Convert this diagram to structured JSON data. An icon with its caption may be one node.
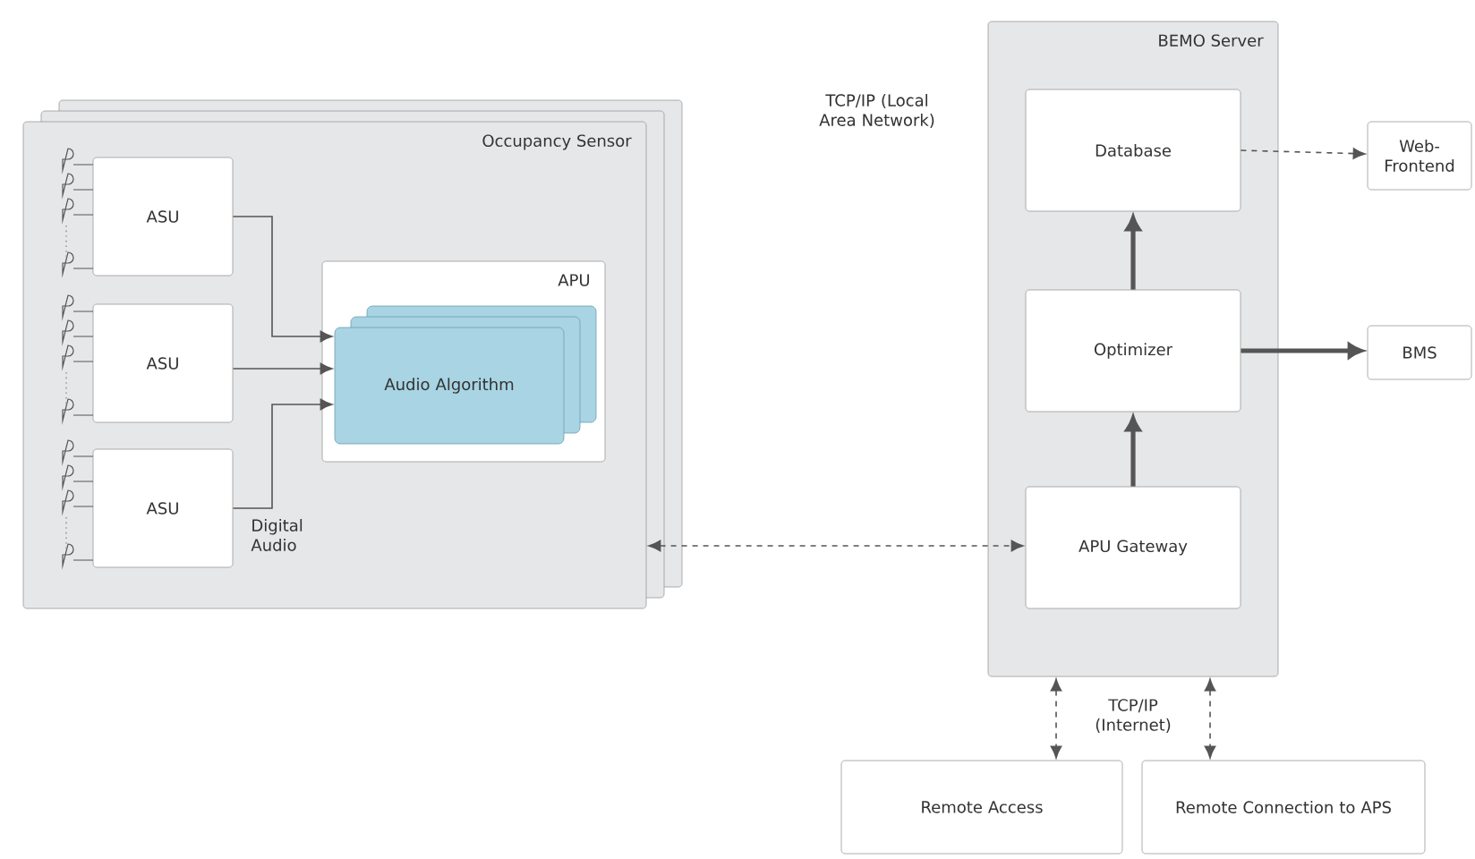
{
  "diagram": {
    "nodes": [
      {
        "text": [
          "Occupancy Sensor"
        ]
      },
      {
        "text": [
          "ASU"
        ],
        "in": 0
      },
      {
        "text": [
          "ASU"
        ],
        "in": 0
      },
      {
        "text": [
          "ASU"
        ],
        "in": 0
      },
      {
        "text": [
          "APU"
        ],
        "in": 0
      },
      {
        "text": [
          "Audio Algorithm"
        ],
        "in": 4
      },
      {
        "text": [
          "BEMO Server"
        ]
      },
      {
        "text": [
          "Database"
        ],
        "in": 6
      },
      {
        "text": [
          "Optimizer"
        ],
        "in": 6
      },
      {
        "text": [
          "APU Gateway"
        ],
        "in": 6
      },
      {
        "text": [
          "Web-Frontend"
        ]
      },
      {
        "text": [
          "BMS"
        ]
      },
      {
        "text": [
          "Remote Access"
        ]
      },
      {
        "text": [
          "Remote Connection to APS"
        ]
      }
    ],
    "edges": [
      {
        "from": 1,
        "to": 5,
        "arrow": "to"
      },
      {
        "from": 2,
        "to": 5,
        "arrow": "to"
      },
      {
        "from": 3,
        "to": 5,
        "arrow": "to"
      },
      {
        "from": 0,
        "to": 9,
        "arrow": "both",
        "style": "dashed"
      },
      {
        "from": 9,
        "to": 8,
        "arrow": "to",
        "style": "thick"
      },
      {
        "from": 8,
        "to": 7,
        "arrow": "to",
        "style": "thick"
      },
      {
        "from": 7,
        "to": 10,
        "arrow": "to",
        "style": "dashed"
      },
      {
        "from": 8,
        "to": 11,
        "arrow": "to",
        "style": "thick"
      },
      {
        "from": 6,
        "to": 12,
        "arrow": "both",
        "style": "dashed"
      },
      {
        "from": 6,
        "to": 13,
        "arrow": "both",
        "style": "dashed"
      }
    ],
    "labels": [
      "Digital Audio",
      "TCP/IP (Local Area Network)",
      "TCP/IP (Internet)"
    ]
  }
}
